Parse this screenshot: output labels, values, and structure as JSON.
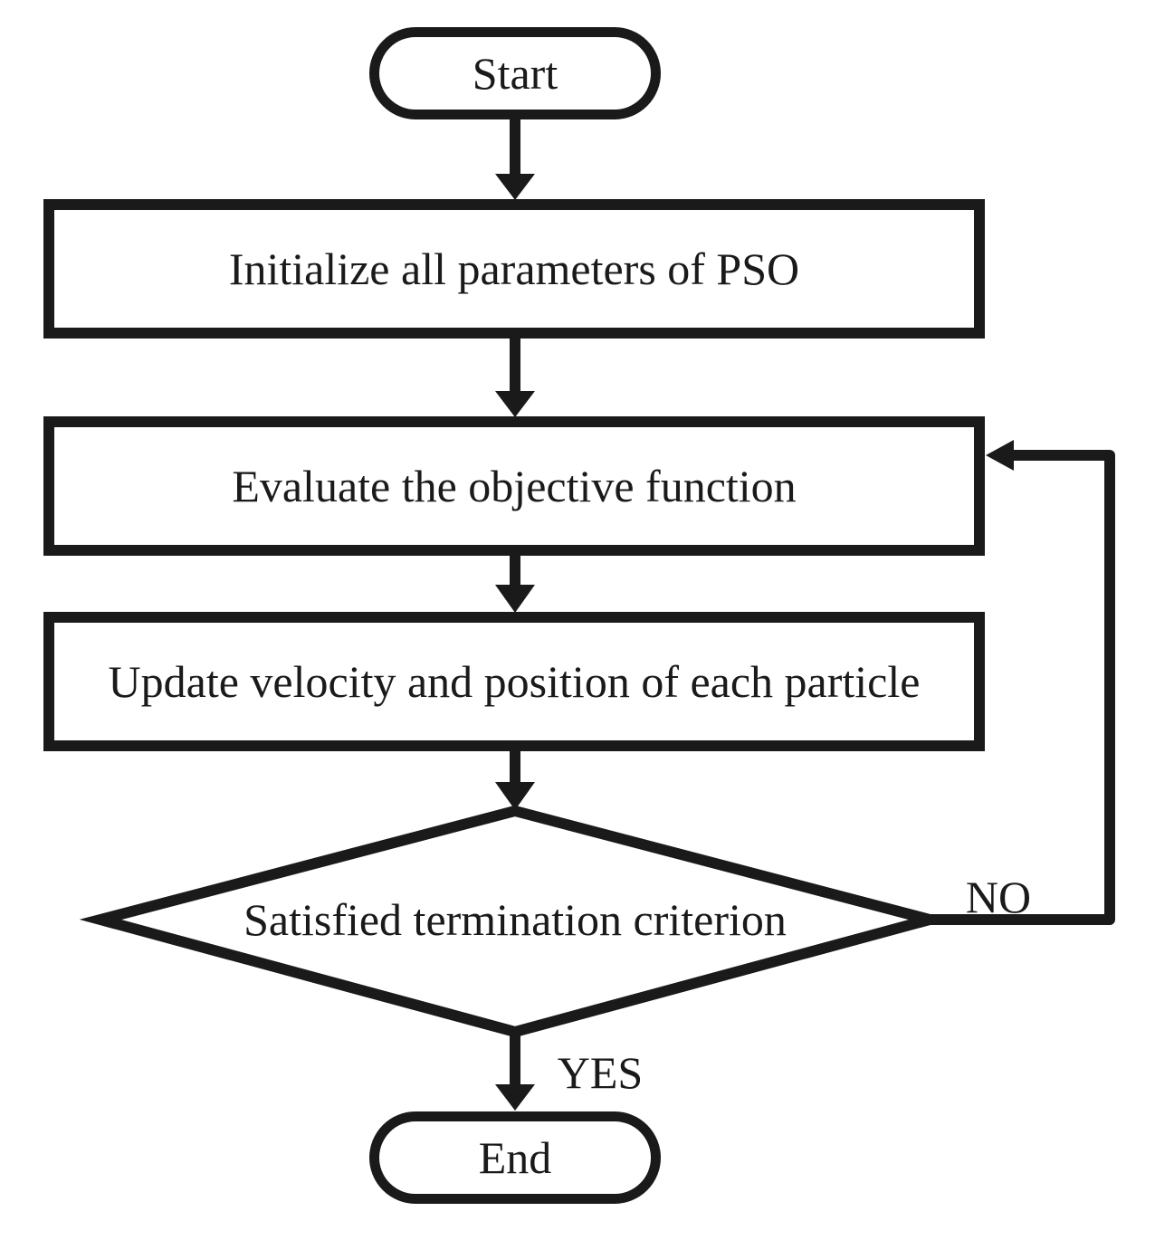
{
  "nodes": {
    "start": {
      "label": "Start",
      "shape": "terminator"
    },
    "initialize": {
      "label": "Initialize all parameters of PSO",
      "shape": "process"
    },
    "evaluate": {
      "label": "Evaluate the objective function",
      "shape": "process"
    },
    "update": {
      "label": "Update velocity and position of each particle",
      "shape": "process"
    },
    "decision": {
      "label": "Satisfied termination criterion",
      "shape": "decision"
    },
    "end": {
      "label": "End",
      "shape": "terminator"
    }
  },
  "edges": {
    "no": {
      "label": "NO"
    },
    "yes": {
      "label": "YES"
    }
  },
  "flow": [
    {
      "from": "start",
      "to": "initialize"
    },
    {
      "from": "initialize",
      "to": "evaluate"
    },
    {
      "from": "evaluate",
      "to": "update"
    },
    {
      "from": "update",
      "to": "decision"
    },
    {
      "from": "decision",
      "to": "evaluate",
      "condition": "NO"
    },
    {
      "from": "decision",
      "to": "end",
      "condition": "YES"
    }
  ],
  "colors": {
    "ink": "#1a1a1a",
    "background": "#ffffff"
  }
}
